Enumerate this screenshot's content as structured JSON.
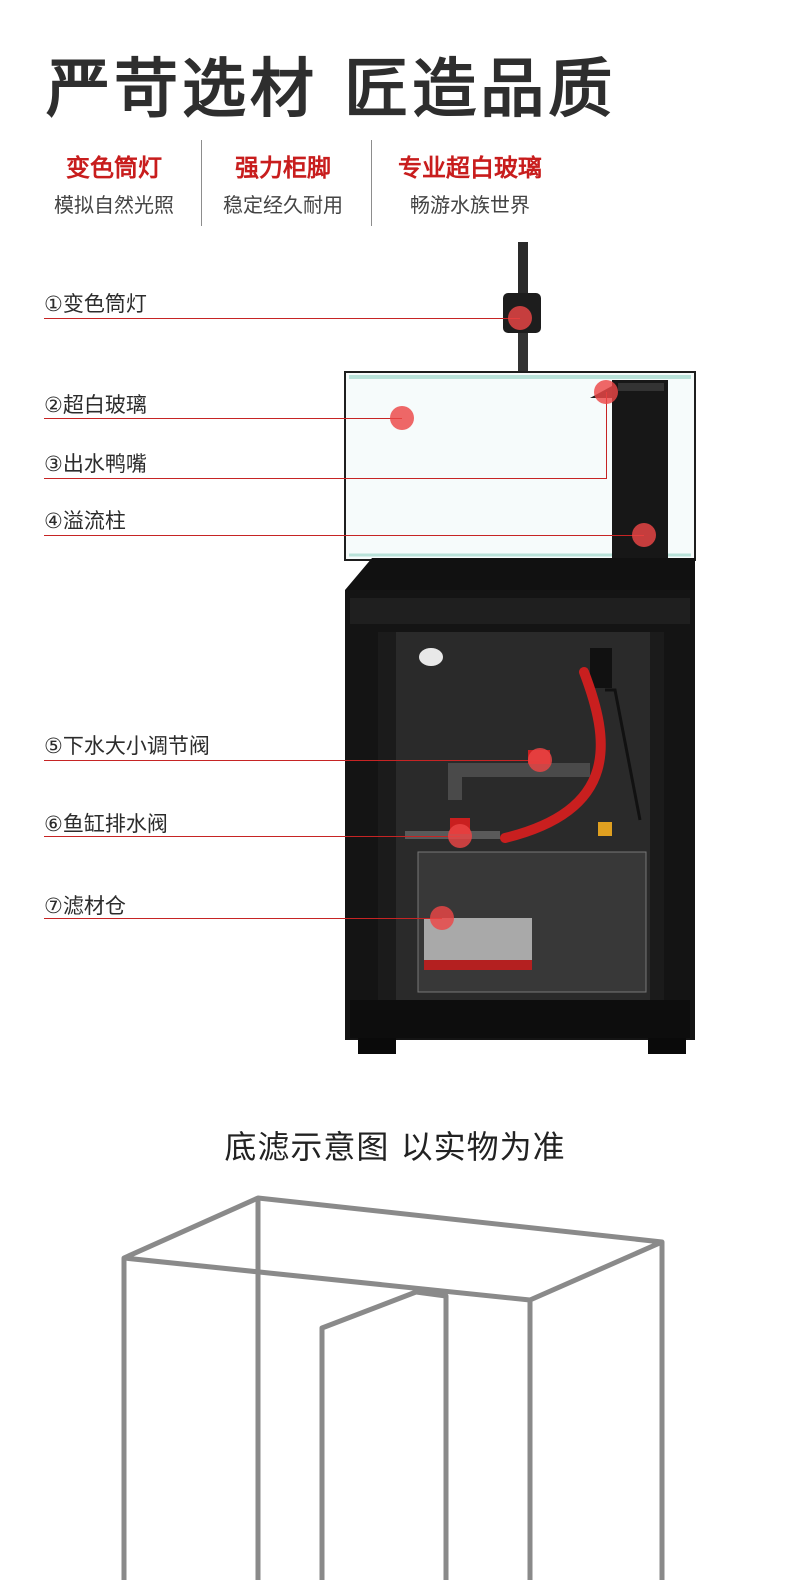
{
  "headline": "严苛选材  匠造品质",
  "features": [
    {
      "title": "变色筒灯",
      "subtitle": "模拟自然光照"
    },
    {
      "title": "强力柜脚",
      "subtitle": "稳定经久耐用"
    },
    {
      "title": "专业超白玻璃",
      "subtitle": "畅游水族世界"
    }
  ],
  "callouts": [
    {
      "label": "①变色筒灯"
    },
    {
      "label": "②超白玻璃"
    },
    {
      "label": "③出水鸭嘴"
    },
    {
      "label": "④溢流柱"
    },
    {
      "label": "⑤下水大小调节阀"
    },
    {
      "label": "⑥鱼缸排水阀"
    },
    {
      "label": "⑦滤材仓"
    }
  ],
  "diagram_title": "底滤示意图 以实物为准",
  "colors": {
    "accent_red": "#c81d1d",
    "cabinet": "#111111",
    "diagram_line": "#8a8a8a"
  }
}
